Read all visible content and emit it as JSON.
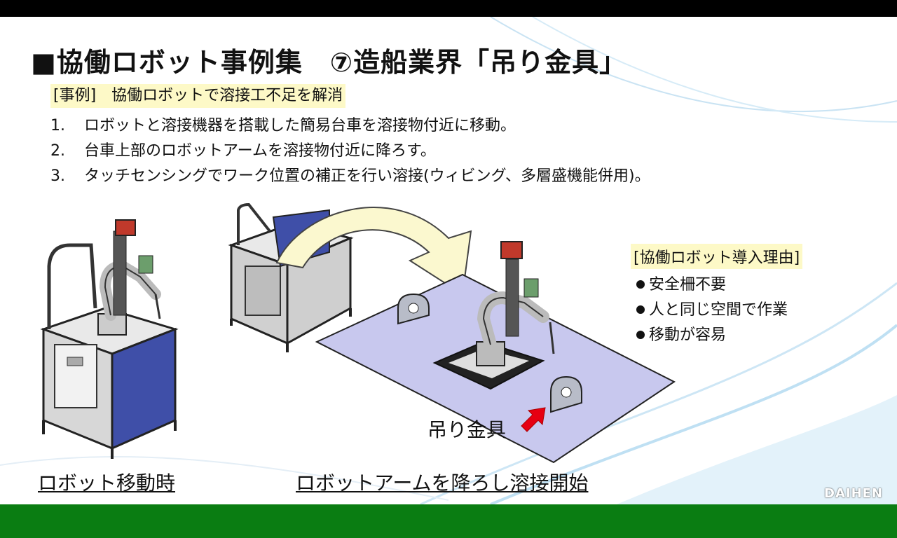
{
  "title": "■協働ロボット事例集　⑦造船業界「吊り金具」",
  "case_label": "[事例]　協働ロボットで溶接工不足を解消",
  "steps": [
    {
      "num": "1.",
      "text": "ロボットと溶接機器を搭載した簡易台車を溶接物付近に移動。"
    },
    {
      "num": "2.",
      "text": "台車上部のロボットアームを溶接物付近に降ろす。"
    },
    {
      "num": "3.",
      "text": "タッチセンシングでワーク位置の補正を行い溶接(ウィビング、多層盛機能併用)。"
    }
  ],
  "reasons": {
    "header": "[協働ロボット導入理由]",
    "items": [
      "安全柵不要",
      "人と同じ空間で作業",
      "移動が容易"
    ]
  },
  "captions": {
    "left": "ロボット移動時",
    "right": "ロボットアームを降ろし溶接開始"
  },
  "bracket_label": "吊り金具",
  "logo": "DAIHEN",
  "colors": {
    "highlight": "#fdf9c7",
    "footer": "#0a7d12",
    "plate": "#c8c8ee",
    "cart_blue": "#3f4fa8",
    "arrow_red": "#e60012",
    "curved_arrow": "#fbf8cf"
  }
}
